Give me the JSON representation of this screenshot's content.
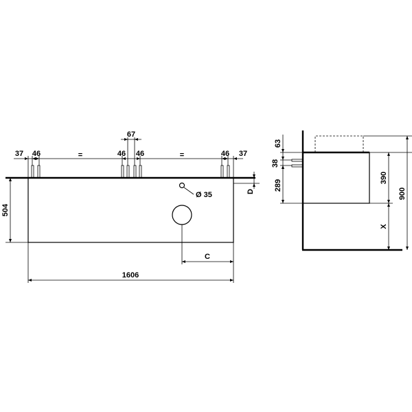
{
  "front_view": {
    "dims": {
      "spacing_67": "67",
      "left_37": "37",
      "left_46": "46",
      "eq_left": "=",
      "mid_46_left": "46",
      "mid_46_right": "46",
      "eq_right": "=",
      "right_46": "46",
      "right_37": "37",
      "hole_diameter": "Ø 35",
      "depth_d": "D",
      "height_504": "504",
      "offset_c": "C",
      "width_1606": "1606"
    }
  },
  "side_view": {
    "dims": {
      "top_63": "63",
      "pipe_38": "38",
      "height_289": "289",
      "height_390": "390",
      "height_900": "900",
      "height_x": "X"
    }
  }
}
